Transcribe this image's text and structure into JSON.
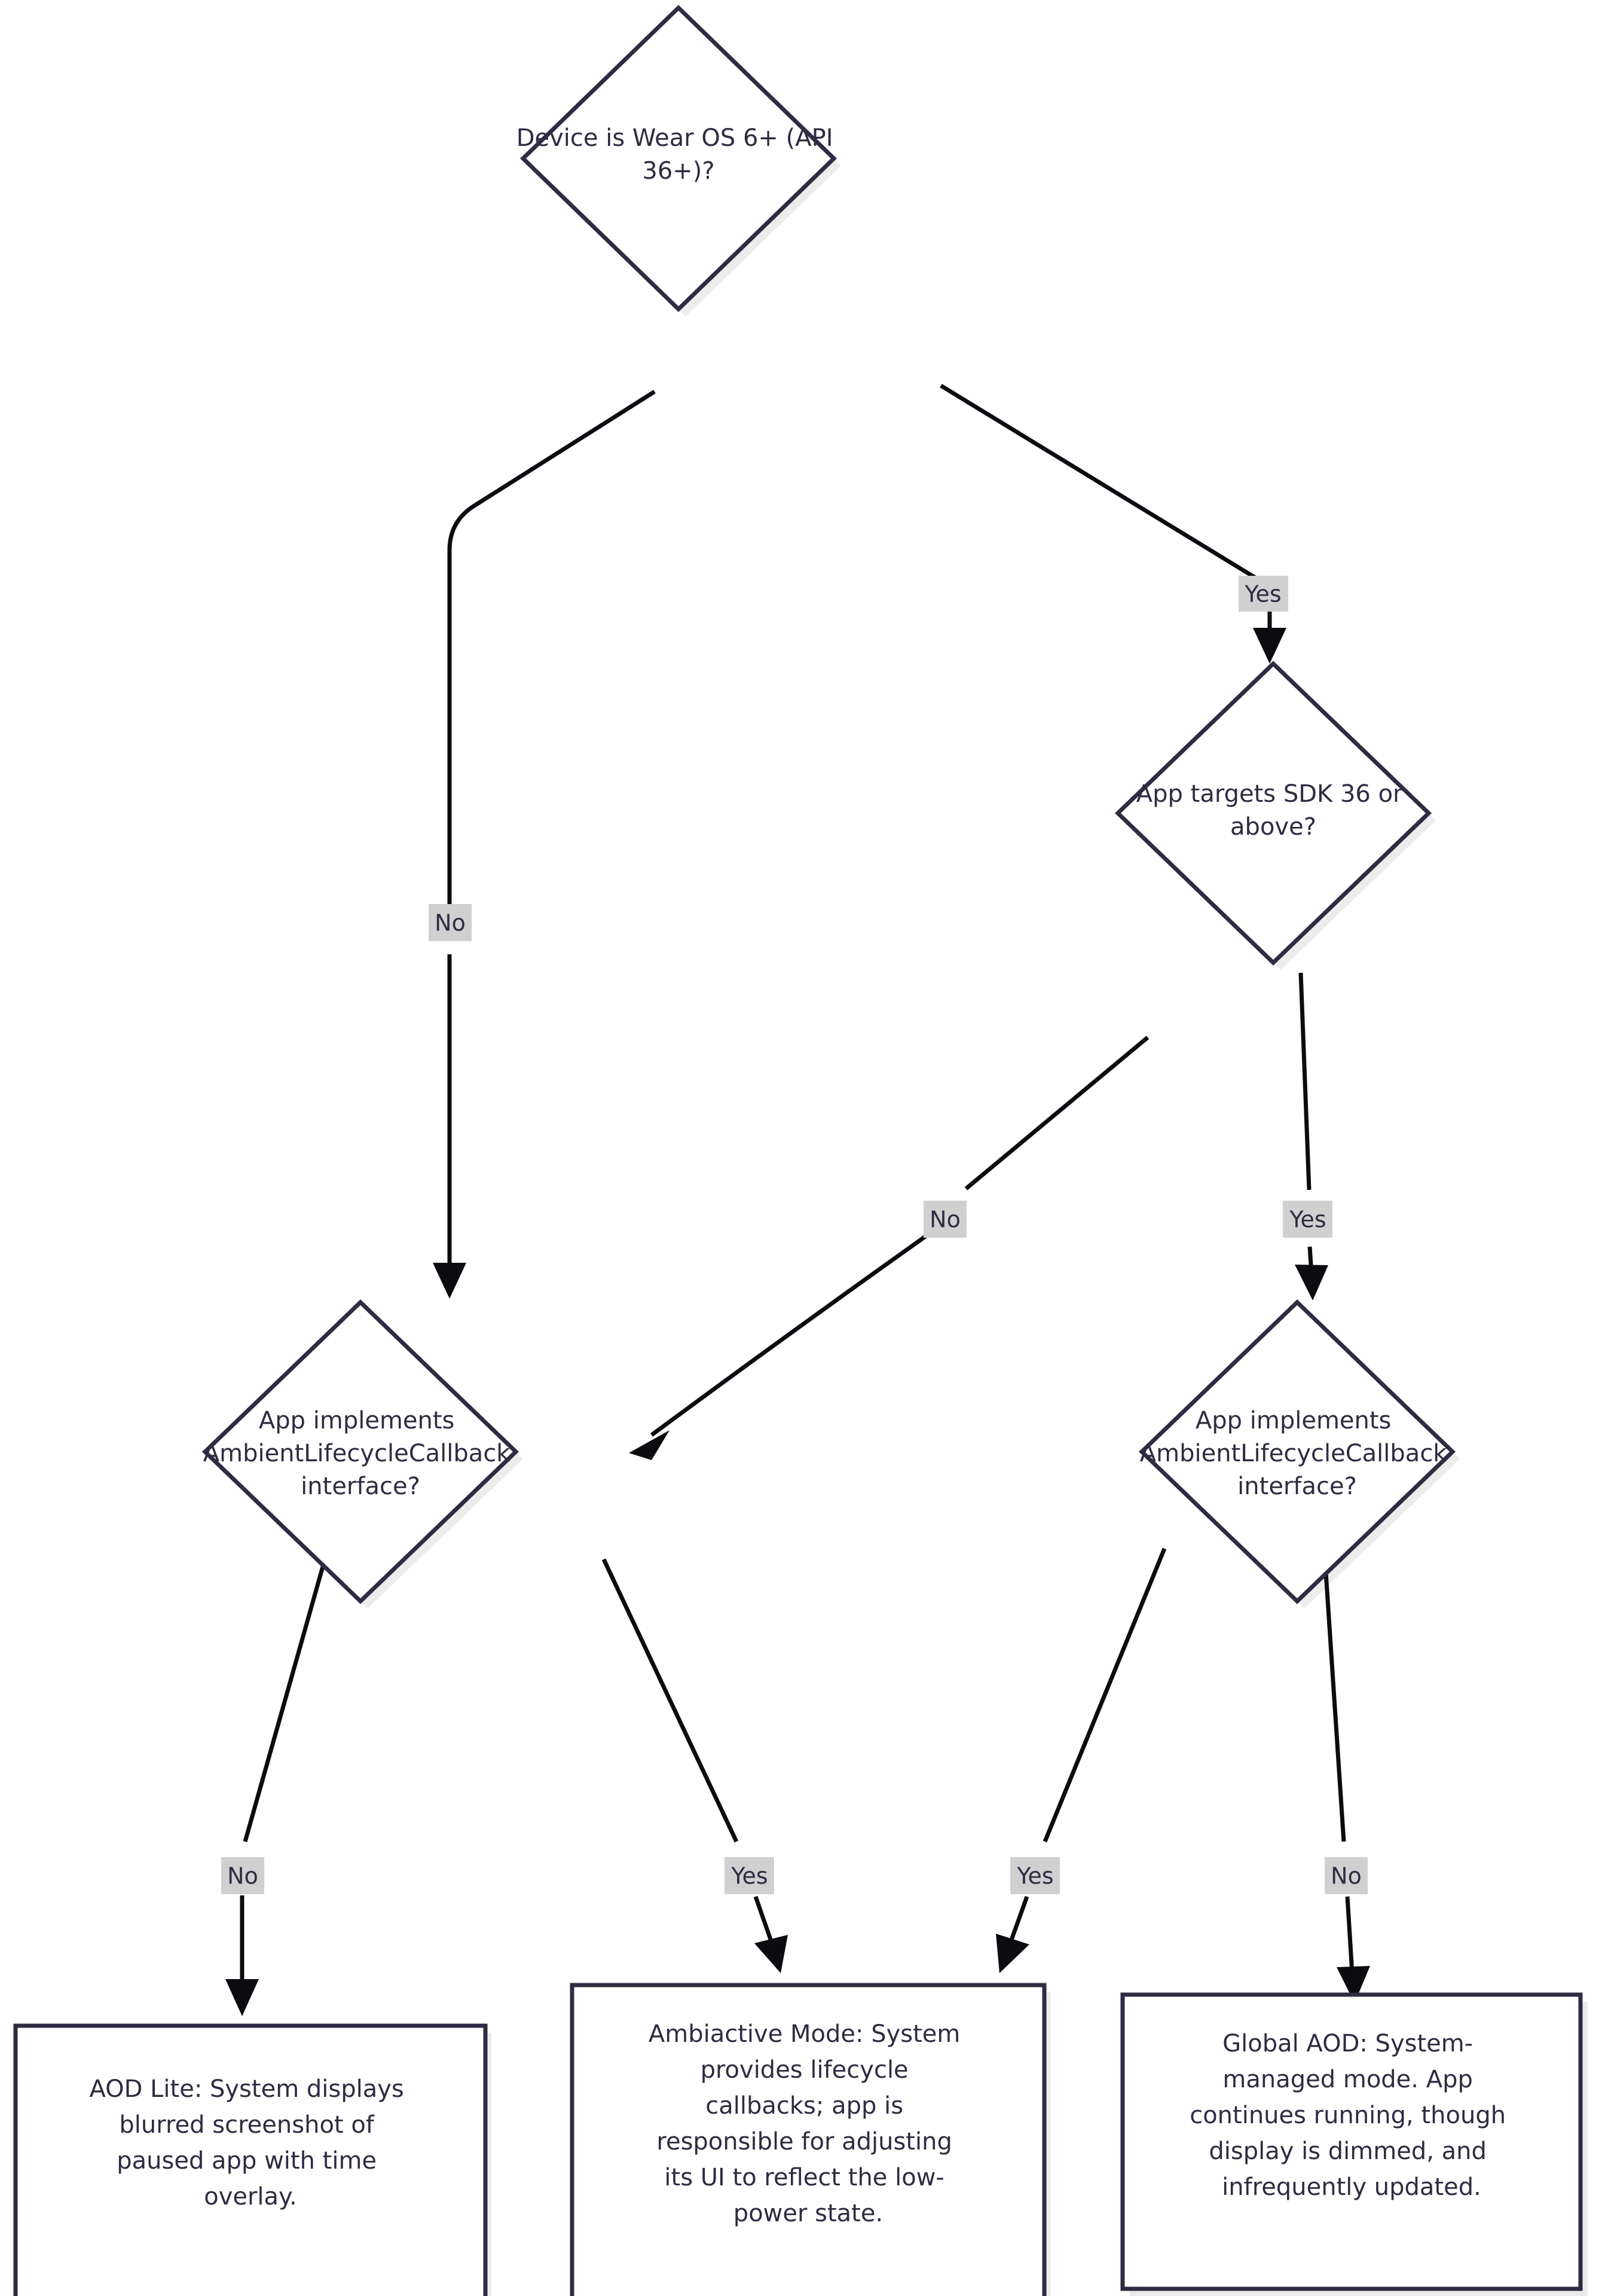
{
  "diagram": {
    "type": "flowchart",
    "title": "Wear OS Ambient Mode Decision Flowchart",
    "orientation": "top-down",
    "background_color": "#ffffff",
    "node_stroke_color": "#2d2c42",
    "node_fill_color": "#ffffff",
    "node_shadow_color": "#ececec",
    "edge_color": "#0b0b10",
    "edge_label_background": "#d0d0d0",
    "text_color": "#2d2c42"
  },
  "nodes": {
    "device_wear_os": {
      "id": "device_wear_os",
      "shape": "diamond",
      "label": "Device is Wear OS 6+ (API 36+)?",
      "lines": [
        "Device is Wear OS 6+ (API",
        "36+)?"
      ]
    },
    "targets_sdk": {
      "id": "targets_sdk",
      "shape": "diamond",
      "label": "App targets SDK 36 or above?",
      "lines": [
        "App targets SDK 36 or",
        "above?"
      ]
    },
    "implements_left": {
      "id": "implements_left",
      "shape": "diamond",
      "label": "App implements AmbientLifecycleCallback interface?",
      "lines": [
        "App implements",
        "AmbientLifecycleCallback",
        "interface?"
      ]
    },
    "implements_right": {
      "id": "implements_right",
      "shape": "diamond",
      "label": "App implements AmbientLifecycleCallback interface?",
      "lines": [
        "App implements",
        "AmbientLifecycleCallback",
        "interface?"
      ]
    },
    "aod_lite": {
      "id": "aod_lite",
      "shape": "rectangle",
      "label": "AOD Lite: System displays blurred screenshot of paused app with time overlay.",
      "lines": [
        "AOD Lite: System displays",
        "blurred screenshot of",
        "paused app with time",
        "overlay."
      ]
    },
    "ambiactive": {
      "id": "ambiactive",
      "shape": "rectangle",
      "label": "Ambiactive Mode: System provides lifecycle callbacks; app is responsible for adjusting its UI to reflect the low-power state.",
      "lines": [
        "Ambiactive Mode: System",
        "provides lifecycle",
        "callbacks; app is",
        "responsible for adjusting",
        "its UI to reflect the low-",
        "power state."
      ]
    },
    "global_aod": {
      "id": "global_aod",
      "shape": "rectangle",
      "label": "Global AOD: System-managed mode. App continues running, though display is dimmed, and infrequently updated.",
      "lines": [
        "Global AOD: System-",
        "managed mode. App",
        "continues running, though",
        "display is dimmed, and",
        "infrequently updated."
      ]
    }
  },
  "edges": [
    {
      "id": "e1",
      "from": "device_wear_os",
      "to": "implements_left",
      "label": "No"
    },
    {
      "id": "e2",
      "from": "device_wear_os",
      "to": "targets_sdk",
      "label": "Yes"
    },
    {
      "id": "e3",
      "from": "targets_sdk",
      "to": "implements_left",
      "label": "No"
    },
    {
      "id": "e4",
      "from": "targets_sdk",
      "to": "implements_right",
      "label": "Yes"
    },
    {
      "id": "e5",
      "from": "implements_left",
      "to": "aod_lite",
      "label": "No"
    },
    {
      "id": "e6",
      "from": "implements_left",
      "to": "ambiactive",
      "label": "Yes"
    },
    {
      "id": "e7",
      "from": "implements_right",
      "to": "ambiactive",
      "label": "Yes"
    },
    {
      "id": "e8",
      "from": "implements_right",
      "to": "global_aod",
      "label": "No"
    }
  ]
}
